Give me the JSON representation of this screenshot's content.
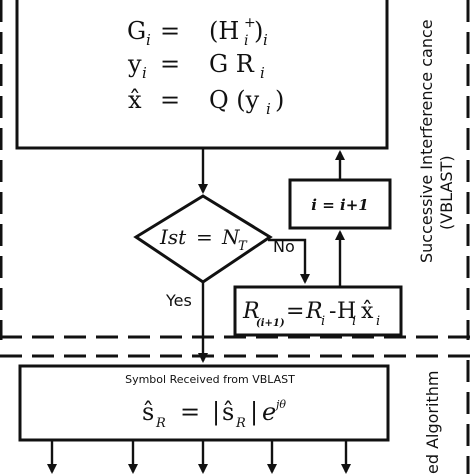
{
  "top_block": {
    "eq1_lhs": "G",
    "eq1_lhs_sub": "i",
    "eq1_eq": "=",
    "eq1_rhs_a": "(H",
    "eq1_rhs_sup": "+",
    "eq1_rhs_sub": "i",
    "eq1_rhs_b": ")",
    "eq1_rhs_sub2": "i",
    "eq2_lhs": "y",
    "eq2_lhs_sub": "i",
    "eq2_eq": "=",
    "eq2_rhs": "G R",
    "eq2_rhs_sub": "i",
    "eq3_lhs": "x̂",
    "eq3_eq": "=",
    "eq3_rhs_a": "Q (y",
    "eq3_rhs_sub": "i",
    "eq3_rhs_b": ")"
  },
  "increment": {
    "text": "i = i+1"
  },
  "decision": {
    "lhs": "Ist",
    "eq": "=",
    "rhs": "N",
    "rhs_sub": "T",
    "no_label": "No",
    "yes_label": "Yes"
  },
  "update": {
    "lhs": "R",
    "lhs_sub": "(i+1)",
    "eq": "=",
    "r": "R",
    "r_sub": "i",
    "minus": "-",
    "h": "H",
    "h_sub": "i",
    "x": "x̂",
    "x_sub": "i"
  },
  "side_label": {
    "line1": "Successive Interference cance",
    "line2": "(VBLAST)"
  },
  "bottom_block": {
    "title": "Symbol Received from VBLAST",
    "lhs": "ŝ",
    "lhs_sub": "R",
    "eq": "=",
    "bar1": "|",
    "mid": "ŝ",
    "mid_sub": "R",
    "bar2": "|",
    "exp": "e",
    "exp_sup": "jθ"
  },
  "bottom_side_label": {
    "text": "ed Algorithm"
  }
}
